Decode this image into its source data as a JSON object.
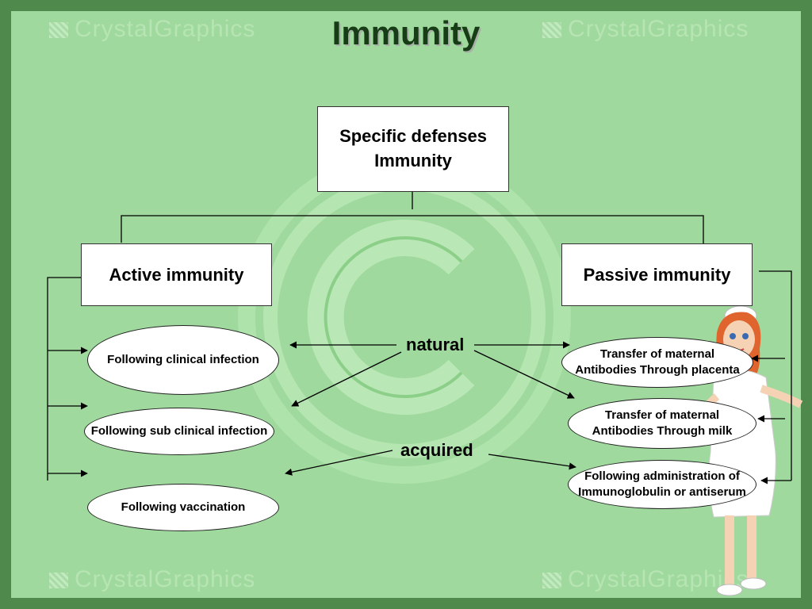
{
  "title": "Immunity",
  "watermark": "CrystalGraphics",
  "root": {
    "line1": "Specific defenses",
    "line2": "Immunity"
  },
  "active": {
    "label": "Active immunity",
    "items": [
      "Following clinical infection",
      "Following sub clinical infection",
      "Following vaccination"
    ]
  },
  "passive": {
    "label": "Passive immunity",
    "items": [
      {
        "line1": "Transfer of maternal",
        "line2": "Antibodies Through placenta"
      },
      {
        "line1": "Transfer of maternal",
        "line2": "Antibodies Through milk"
      },
      {
        "line1": "Following administration of",
        "line2": "Immunoglobulin or antiserum"
      }
    ]
  },
  "labels": {
    "natural": "natural",
    "acquired": "acquired"
  },
  "colors": {
    "background": "#9fd99d",
    "frame": "#4f8a4c",
    "title": "#173d16"
  },
  "illustration": "nurse-cartoon"
}
